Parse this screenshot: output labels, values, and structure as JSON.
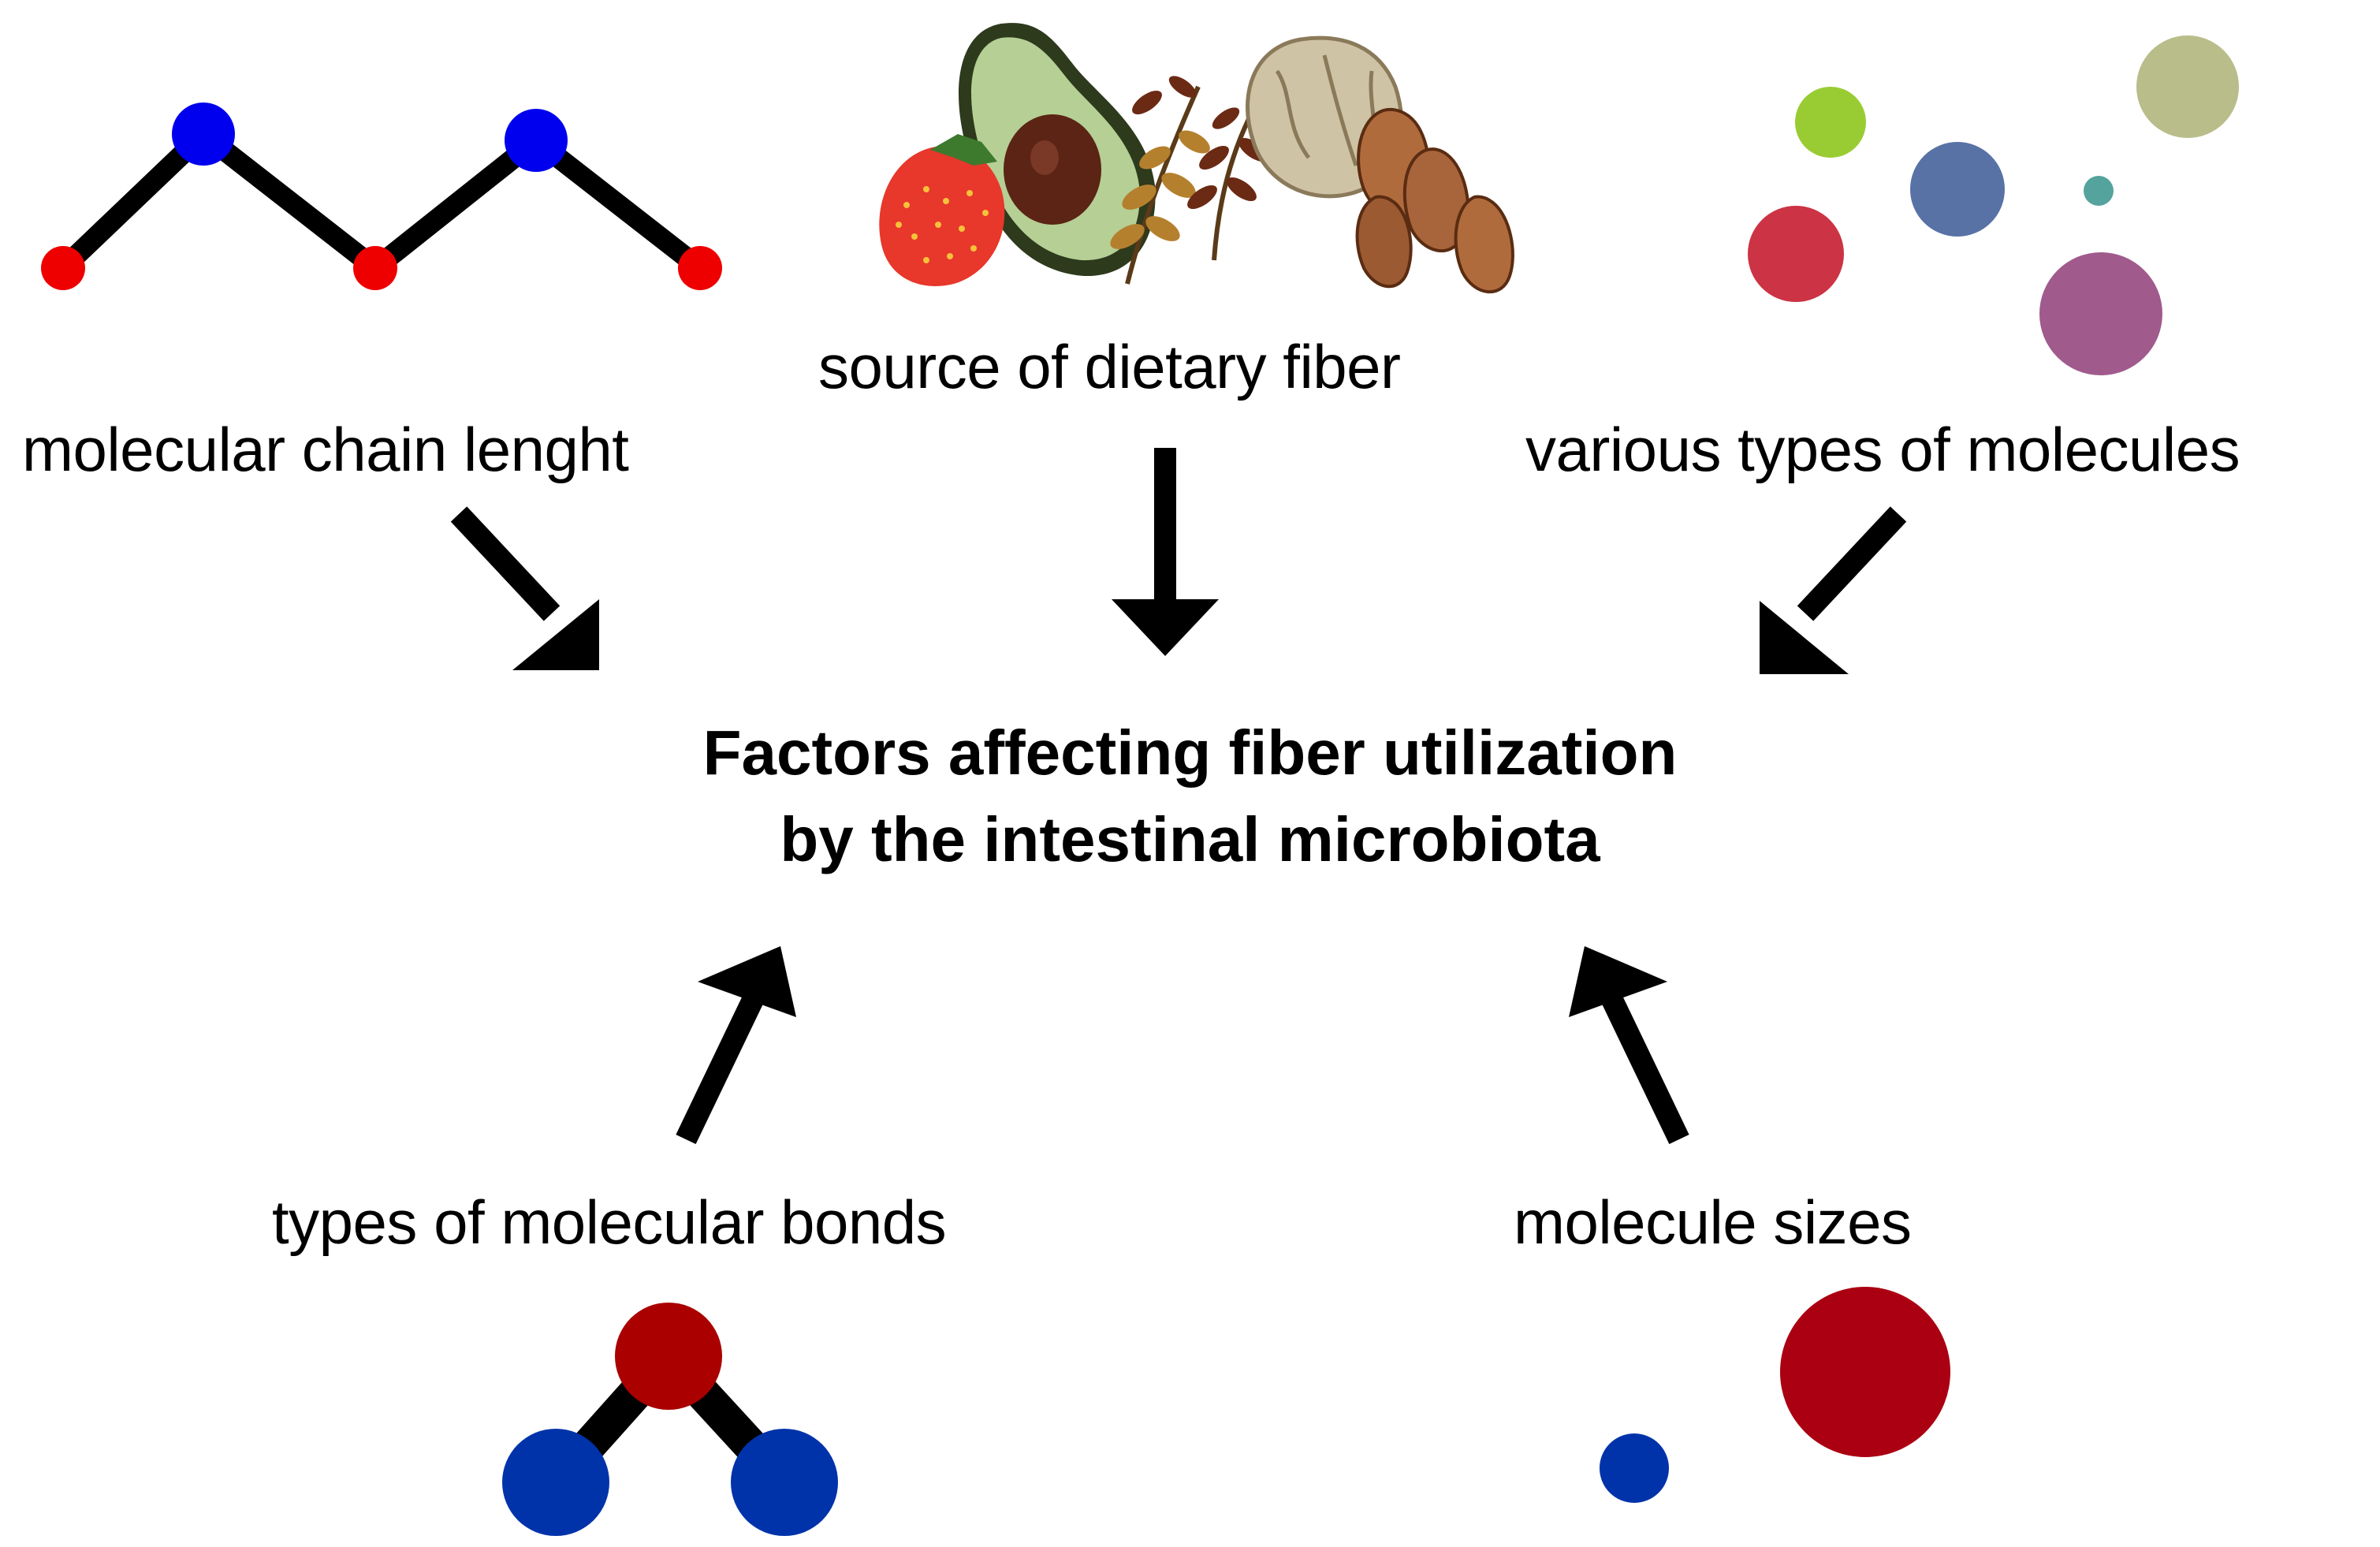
{
  "title": {
    "line1": "Factors affecting fiber utilization",
    "line2": "by the intestinal microbiota"
  },
  "factors": {
    "chain_length": "molecular chain lenght",
    "fiber_source": "source of dietary fiber",
    "molecule_types": "various types of molecules",
    "bond_types": "types of molecular bonds",
    "molecule_sizes": "molecule sizes"
  },
  "colors": {
    "chain_blue": "#0000ee",
    "chain_red": "#ee0000",
    "bond_red": "#aa0000",
    "bond_blue": "#0033aa",
    "size_large": "#aa0011",
    "size_small": "#0033aa",
    "type_green": "#99cc33",
    "type_olive": "#b8bd8a",
    "type_slate": "#5872a6",
    "type_teal": "#55a39d",
    "type_red": "#cc3344",
    "type_purple": "#a05a8c"
  },
  "icons": [
    "molecular-chain-icon",
    "fruit-nut-food-icon",
    "mixed-molecules-icon",
    "molecular-bond-icon",
    "molecule-size-icon"
  ]
}
